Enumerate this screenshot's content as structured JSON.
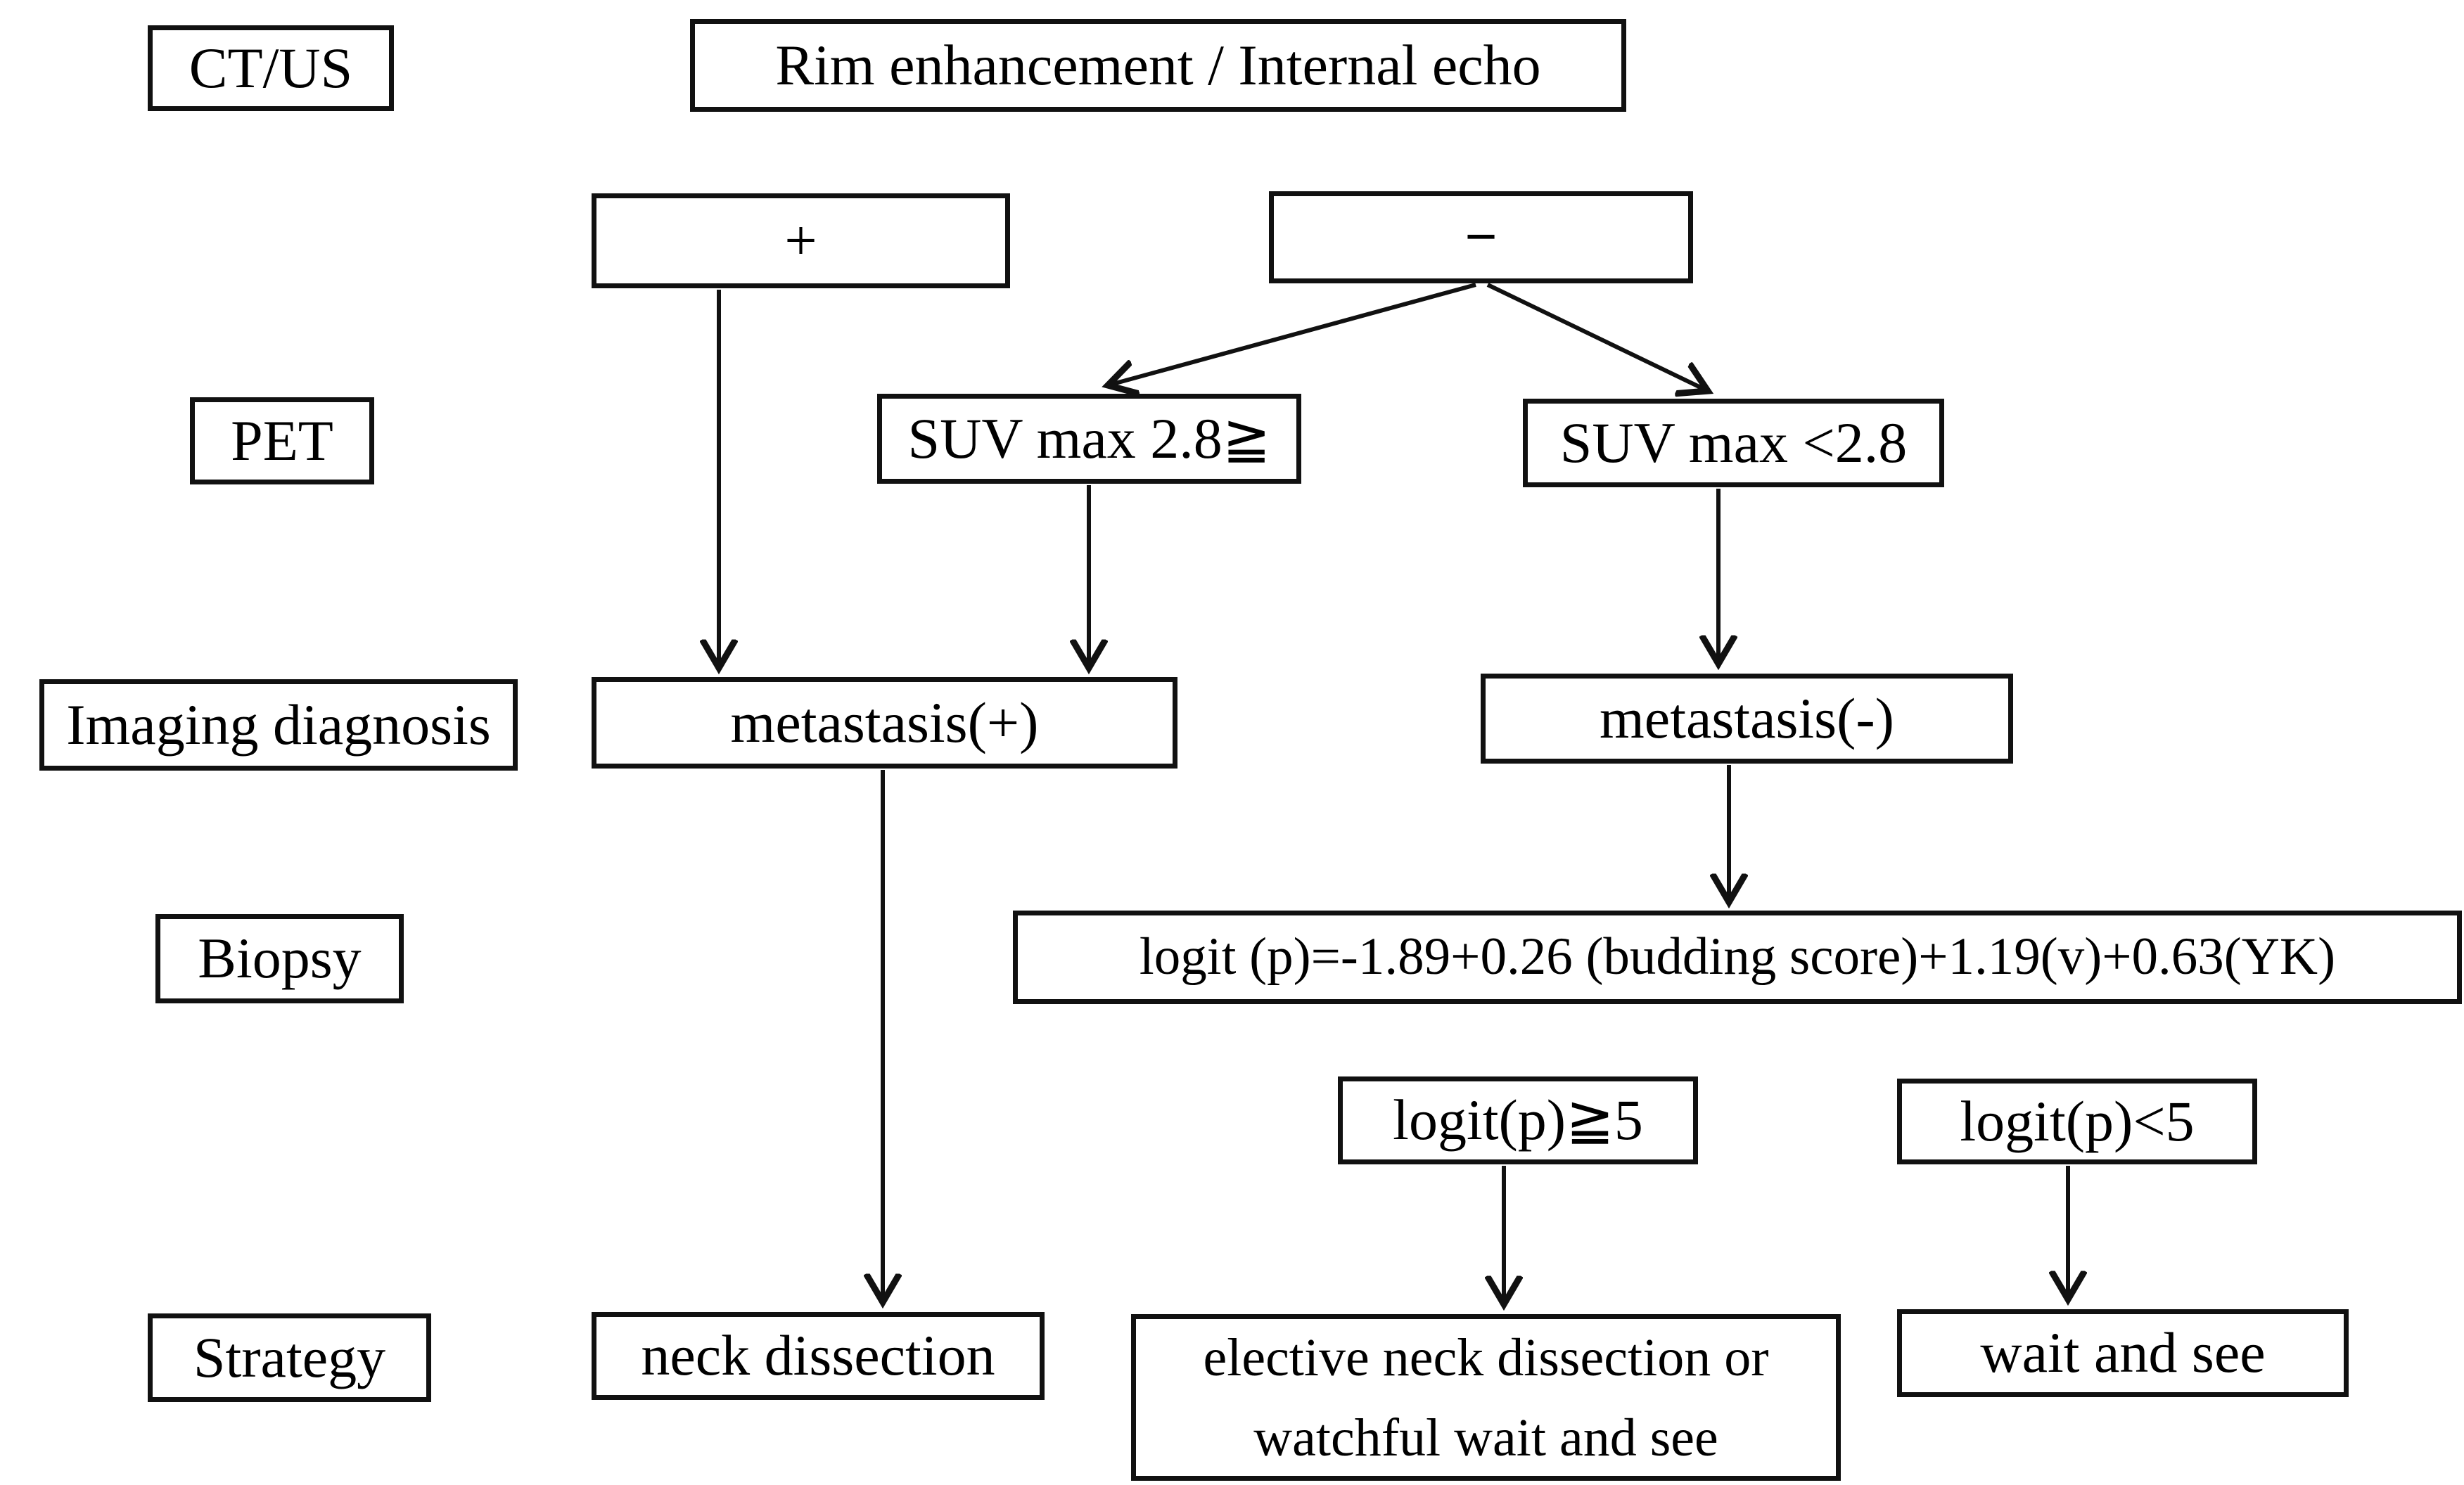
{
  "flowchart": {
    "stage_labels": {
      "ct_us": "CT/US",
      "pet": "PET",
      "imaging_diagnosis": "Imaging diagnosis",
      "biopsy": "Biopsy",
      "strategy": "Strategy"
    },
    "nodes": {
      "rim": "Rim enhancement / Internal echo",
      "plus": "+",
      "minus": "−",
      "suv_high": "SUV max 2.8≧",
      "suv_low": "SUV max <2.8",
      "met_pos": "metastasis(+)",
      "met_neg": "metastasis(-)",
      "logit_formula": "logit (p)=-1.89+0.26 (budding score)+1.19(v)+0.63(YK)",
      "logit_high": "logit(p)≧5",
      "logit_low": "logit(p)<5",
      "neck_dissection": "neck dissection",
      "elective": "elective neck dissection or watchful wait and see",
      "wait_and_see": "wait and see"
    },
    "edges": [
      {
        "from": "plus",
        "to": "met_pos"
      },
      {
        "from": "minus",
        "to": "suv_high"
      },
      {
        "from": "minus",
        "to": "suv_low"
      },
      {
        "from": "suv_high",
        "to": "met_pos"
      },
      {
        "from": "suv_low",
        "to": "met_neg"
      },
      {
        "from": "met_pos",
        "to": "neck_dissection"
      },
      {
        "from": "met_neg",
        "to": "logit_formula"
      },
      {
        "from": "logit_high",
        "to": "elective"
      },
      {
        "from": "logit_low",
        "to": "wait_and_see"
      }
    ],
    "colors": {
      "line": "#111111",
      "background": "#ffffff",
      "text": "#000000"
    }
  }
}
